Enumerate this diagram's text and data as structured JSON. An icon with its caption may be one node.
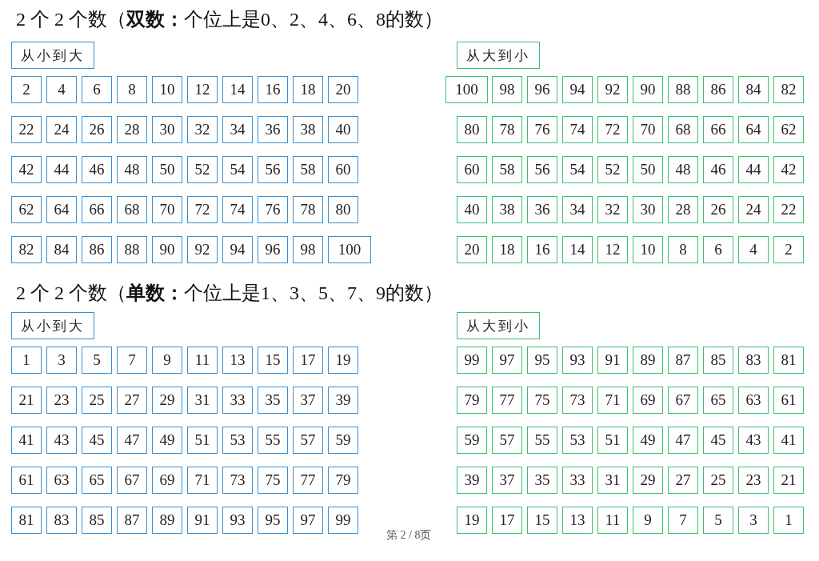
{
  "diagram": {
    "nodes": [
      {
        "text": [
          "从小到大"
        ]
      },
      {
        "text": [
          "从大到小"
        ]
      },
      {
        "text": [
          "2"
        ]
      },
      {
        "text": [
          "4"
        ]
      },
      {
        "text": [
          "6"
        ]
      },
      {
        "text": [
          "8"
        ]
      },
      {
        "text": [
          "10"
        ]
      },
      {
        "text": [
          "12"
        ]
      },
      {
        "text": [
          "14"
        ]
      },
      {
        "text": [
          "16"
        ]
      },
      {
        "text": [
          "18"
        ]
      },
      {
        "text": [
          "20"
        ]
      },
      {
        "text": [
          "100"
        ]
      },
      {
        "text": [
          "98"
        ]
      },
      {
        "text": [
          "96"
        ]
      },
      {
        "text": [
          "94"
        ]
      },
      {
        "text": [
          "92"
        ]
      },
      {
        "text": [
          "90"
        ]
      },
      {
        "text": [
          "88"
        ]
      },
      {
        "text": [
          "86"
        ]
      },
      {
        "text": [
          "84"
        ]
      },
      {
        "text": [
          "82"
        ]
      },
      {
        "text": [
          "22"
        ]
      },
      {
        "text": [
          "24"
        ]
      },
      {
        "text": [
          "26"
        ]
      },
      {
        "text": [
          "28"
        ]
      },
      {
        "text": [
          "30"
        ]
      },
      {
        "text": [
          "32"
        ]
      },
      {
        "text": [
          "34"
        ]
      },
      {
        "text": [
          "36"
        ]
      },
      {
        "text": [
          "38"
        ]
      },
      {
        "text": [
          "40"
        ]
      },
      {
        "text": [
          "80"
        ]
      },
      {
        "text": [
          "78"
        ]
      },
      {
        "text": [
          "76"
        ]
      },
      {
        "text": [
          "74"
        ]
      },
      {
        "text": [
          "72"
        ]
      },
      {
        "text": [
          "70"
        ]
      },
      {
        "text": [
          "68"
        ]
      },
      {
        "text": [
          "66"
        ]
      },
      {
        "text": [
          "64"
        ]
      },
      {
        "text": [
          "62"
        ]
      },
      {
        "text": [
          "42"
        ]
      },
      {
        "text": [
          "44"
        ]
      },
      {
        "text": [
          "46"
        ]
      },
      {
        "text": [
          "48"
        ]
      },
      {
        "text": [
          "50"
        ]
      },
      {
        "text": [
          "52"
        ]
      },
      {
        "text": [
          "54"
        ]
      },
      {
        "text": [
          "56"
        ]
      },
      {
        "text": [
          "58"
        ]
      },
      {
        "text": [
          "60"
        ]
      },
      {
        "text": [
          "60"
        ]
      },
      {
        "text": [
          "58"
        ]
      },
      {
        "text": [
          "56"
        ]
      },
      {
        "text": [
          "54"
        ]
      },
      {
        "text": [
          "52"
        ]
      },
      {
        "text": [
          "50"
        ]
      },
      {
        "text": [
          "48"
        ]
      },
      {
        "text": [
          "46"
        ]
      },
      {
        "text": [
          "44"
        ]
      },
      {
        "text": [
          "42"
        ]
      },
      {
        "text": [
          "62"
        ]
      },
      {
        "text": [
          "64"
        ]
      },
      {
        "text": [
          "66"
        ]
      },
      {
        "text": [
          "68"
        ]
      },
      {
        "text": [
          "70"
        ]
      },
      {
        "text": [
          "72"
        ]
      },
      {
        "text": [
          "74"
        ]
      },
      {
        "text": [
          "76"
        ]
      },
      {
        "text": [
          "78"
        ]
      },
      {
        "text": [
          "80"
        ]
      },
      {
        "text": [
          "40"
        ]
      },
      {
        "text": [
          "38"
        ]
      },
      {
        "text": [
          "36"
        ]
      },
      {
        "text": [
          "34"
        ]
      },
      {
        "text": [
          "32"
        ]
      },
      {
        "text": [
          "30"
        ]
      },
      {
        "text": [
          "28"
        ]
      },
      {
        "text": [
          "26"
        ]
      },
      {
        "text": [
          "24"
        ]
      },
      {
        "text": [
          "22"
        ]
      },
      {
        "text": [
          "82"
        ]
      },
      {
        "text": [
          "84"
        ]
      },
      {
        "text": [
          "86"
        ]
      },
      {
        "text": [
          "88"
        ]
      },
      {
        "text": [
          "90"
        ]
      },
      {
        "text": [
          "92"
        ]
      },
      {
        "text": [
          "94"
        ]
      },
      {
        "text": [
          "96"
        ]
      },
      {
        "text": [
          "98"
        ]
      },
      {
        "text": [
          "100"
        ]
      },
      {
        "text": [
          "20"
        ]
      },
      {
        "text": [
          "18"
        ]
      },
      {
        "text": [
          "16"
        ]
      },
      {
        "text": [
          "14"
        ]
      },
      {
        "text": [
          "12"
        ]
      },
      {
        "text": [
          "10"
        ]
      },
      {
        "text": [
          "8"
        ]
      },
      {
        "text": [
          "6"
        ]
      },
      {
        "text": [
          "4"
        ]
      },
      {
        "text": [
          "2"
        ]
      },
      {
        "text": [
          "从小到大"
        ]
      },
      {
        "text": [
          "从大到小"
        ]
      },
      {
        "text": [
          "1"
        ]
      },
      {
        "text": [
          "3"
        ]
      },
      {
        "text": [
          "5"
        ]
      },
      {
        "text": [
          "7"
        ]
      },
      {
        "text": [
          "9"
        ]
      },
      {
        "text": [
          "11"
        ]
      },
      {
        "text": [
          "13"
        ]
      },
      {
        "text": [
          "15"
        ]
      },
      {
        "text": [
          "17"
        ]
      },
      {
        "text": [
          "19"
        ]
      },
      {
        "text": [
          "99"
        ]
      },
      {
        "text": [
          "97"
        ]
      },
      {
        "text": [
          "95"
        ]
      },
      {
        "text": [
          "93"
        ]
      },
      {
        "text": [
          "91"
        ]
      },
      {
        "text": [
          "89"
        ]
      },
      {
        "text": [
          "87"
        ]
      },
      {
        "text": [
          "85"
        ]
      },
      {
        "text": [
          "83"
        ]
      },
      {
        "text": [
          "81"
        ]
      },
      {
        "text": [
          "21"
        ]
      },
      {
        "text": [
          "23"
        ]
      },
      {
        "text": [
          "25"
        ]
      },
      {
        "text": [
          "27"
        ]
      },
      {
        "text": [
          "29"
        ]
      },
      {
        "text": [
          "31"
        ]
      },
      {
        "text": [
          "33"
        ]
      },
      {
        "text": [
          "35"
        ]
      },
      {
        "text": [
          "37"
        ]
      },
      {
        "text": [
          "39"
        ]
      },
      {
        "text": [
          "79"
        ]
      },
      {
        "text": [
          "77"
        ]
      },
      {
        "text": [
          "75"
        ]
      },
      {
        "text": [
          "73"
        ]
      },
      {
        "text": [
          "71"
        ]
      },
      {
        "text": [
          "69"
        ]
      },
      {
        "text": [
          "67"
        ]
      },
      {
        "text": [
          "65"
        ]
      },
      {
        "text": [
          "63"
        ]
      },
      {
        "text": [
          "61"
        ]
      },
      {
        "text": [
          "41"
        ]
      },
      {
        "text": [
          "43"
        ]
      },
      {
        "text": [
          "45"
        ]
      },
      {
        "text": [
          "47"
        ]
      },
      {
        "text": [
          "49"
        ]
      },
      {
        "text": [
          "51"
        ]
      },
      {
        "text": [
          "53"
        ]
      },
      {
        "text": [
          "55"
        ]
      },
      {
        "text": [
          "57"
        ]
      },
      {
        "text": [
          "59"
        ]
      },
      {
        "text": [
          "59"
        ]
      },
      {
        "text": [
          "57"
        ]
      },
      {
        "text": [
          "55"
        ]
      },
      {
        "text": [
          "53"
        ]
      },
      {
        "text": [
          "51"
        ]
      },
      {
        "text": [
          "49"
        ]
      },
      {
        "text": [
          "47"
        ]
      },
      {
        "text": [
          "45"
        ]
      },
      {
        "text": [
          "43"
        ]
      },
      {
        "text": [
          "41"
        ]
      },
      {
        "text": [
          "61"
        ]
      },
      {
        "text": [
          "63"
        ]
      },
      {
        "text": [
          "65"
        ]
      },
      {
        "text": [
          "67"
        ]
      },
      {
        "text": [
          "69"
        ]
      },
      {
        "text": [
          "71"
        ]
      },
      {
        "text": [
          "73"
        ]
      },
      {
        "text": [
          "75"
        ]
      },
      {
        "text": [
          "77"
        ]
      },
      {
        "text": [
          "79"
        ]
      },
      {
        "text": [
          "39"
        ]
      },
      {
        "text": [
          "37"
        ]
      },
      {
        "text": [
          "35"
        ]
      },
      {
        "text": [
          "33"
        ]
      },
      {
        "text": [
          "31"
        ]
      },
      {
        "text": [
          "29"
        ]
      },
      {
        "text": [
          "27"
        ]
      },
      {
        "text": [
          "25"
        ]
      },
      {
        "text": [
          "23"
        ]
      },
      {
        "text": [
          "21"
        ]
      },
      {
        "text": [
          "81"
        ]
      },
      {
        "text": [
          "83"
        ]
      },
      {
        "text": [
          "85"
        ]
      },
      {
        "text": [
          "87"
        ]
      },
      {
        "text": [
          "89"
        ]
      },
      {
        "text": [
          "91"
        ]
      },
      {
        "text": [
          "93"
        ]
      },
      {
        "text": [
          "95"
        ]
      },
      {
        "text": [
          "97"
        ]
      },
      {
        "text": [
          "99"
        ]
      },
      {
        "text": [
          "19"
        ]
      },
      {
        "text": [
          "17"
        ]
      },
      {
        "text": [
          "15"
        ]
      },
      {
        "text": [
          "13"
        ]
      },
      {
        "text": [
          "11"
        ]
      },
      {
        "text": [
          "9"
        ]
      },
      {
        "text": [
          "7"
        ]
      },
      {
        "text": [
          "5"
        ]
      },
      {
        "text": [
          "3"
        ]
      },
      {
        "text": [
          "1"
        ]
      }
    ],
    "labels": [
      "2 个 2 个数（**双数：**个位上是0、2、4、6、8的数）",
      "2 个 2 个数（**单数：**个位上是1、3、5、7、9的数）",
      "第 2 / 8页"
    ]
  }
}
